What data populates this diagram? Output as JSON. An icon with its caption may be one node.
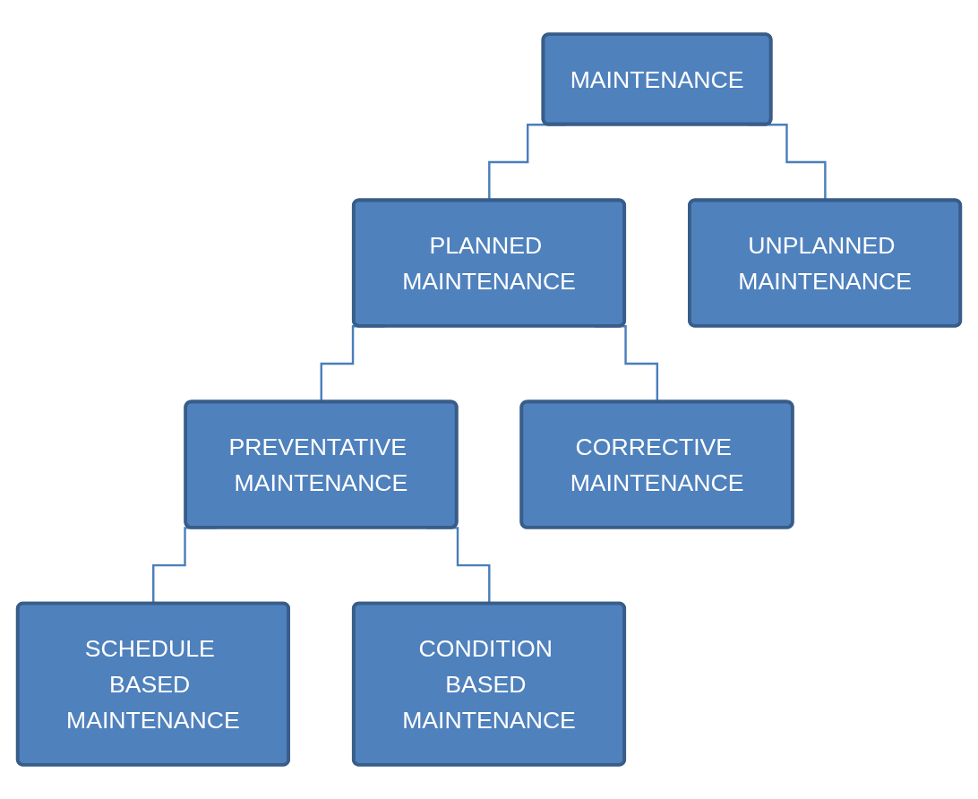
{
  "diagram": {
    "nodes": [
      {
        "text": [
          "MAINTENANCE"
        ]
      },
      {
        "text": [
          "PLANNED MAINTENANCE"
        ]
      },
      {
        "text": [
          "UNPLANNED MAINTENANCE"
        ]
      },
      {
        "text": [
          "PREVENTATIVE MAINTENANCE"
        ]
      },
      {
        "text": [
          "CORRECTIVE MAINTENANCE"
        ]
      },
      {
        "text": [
          "SCHEDULE BASED MAINTENANCE"
        ]
      },
      {
        "text": [
          "CONDITION BASED MAINTENANCE"
        ]
      }
    ],
    "edges": [
      {
        "from": 0,
        "to": 1,
        "arrow": "none"
      },
      {
        "from": 0,
        "to": 2,
        "arrow": "none"
      },
      {
        "from": 1,
        "to": 3,
        "arrow": "none"
      },
      {
        "from": 1,
        "to": 4,
        "arrow": "none"
      },
      {
        "from": 3,
        "to": 5,
        "arrow": "none"
      },
      {
        "from": 3,
        "to": 6,
        "arrow": "none"
      }
    ]
  }
}
